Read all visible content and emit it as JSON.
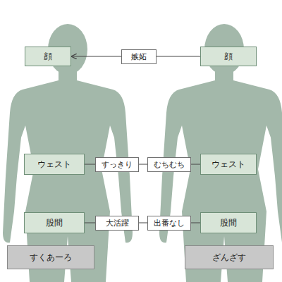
{
  "diagram": {
    "nodes": [
      {
        "text": [
          "顔"
        ]
      },
      {
        "text": [
          "嫉妬"
        ]
      },
      {
        "text": [
          "顔"
        ]
      },
      {
        "text": [
          "ウェスト"
        ]
      },
      {
        "text": [
          "すっきり"
        ]
      },
      {
        "text": [
          "むちむち"
        ]
      },
      {
        "text": [
          "ウェスト"
        ]
      },
      {
        "text": [
          "股間"
        ]
      },
      {
        "text": [
          "大活躍"
        ]
      },
      {
        "text": [
          "出番なし"
        ]
      },
      {
        "text": [
          "股間"
        ]
      },
      {
        "text": [
          "すくあーろ"
        ]
      },
      {
        "text": [
          "ざんざす"
        ]
      }
    ],
    "edges": [
      {
        "from": 2,
        "to": 1,
        "arrow": "none"
      },
      {
        "from": 1,
        "to": 0,
        "arrow": "to"
      },
      {
        "from": 3,
        "to": 4,
        "arrow": "none"
      },
      {
        "from": 4,
        "to": 5,
        "arrow": "none"
      },
      {
        "from": 5,
        "to": 6,
        "arrow": "none"
      },
      {
        "from": 7,
        "to": 8,
        "arrow": "none"
      },
      {
        "from": 8,
        "to": 9,
        "arrow": "none"
      },
      {
        "from": 9,
        "to": 10,
        "arrow": "none"
      }
    ]
  }
}
